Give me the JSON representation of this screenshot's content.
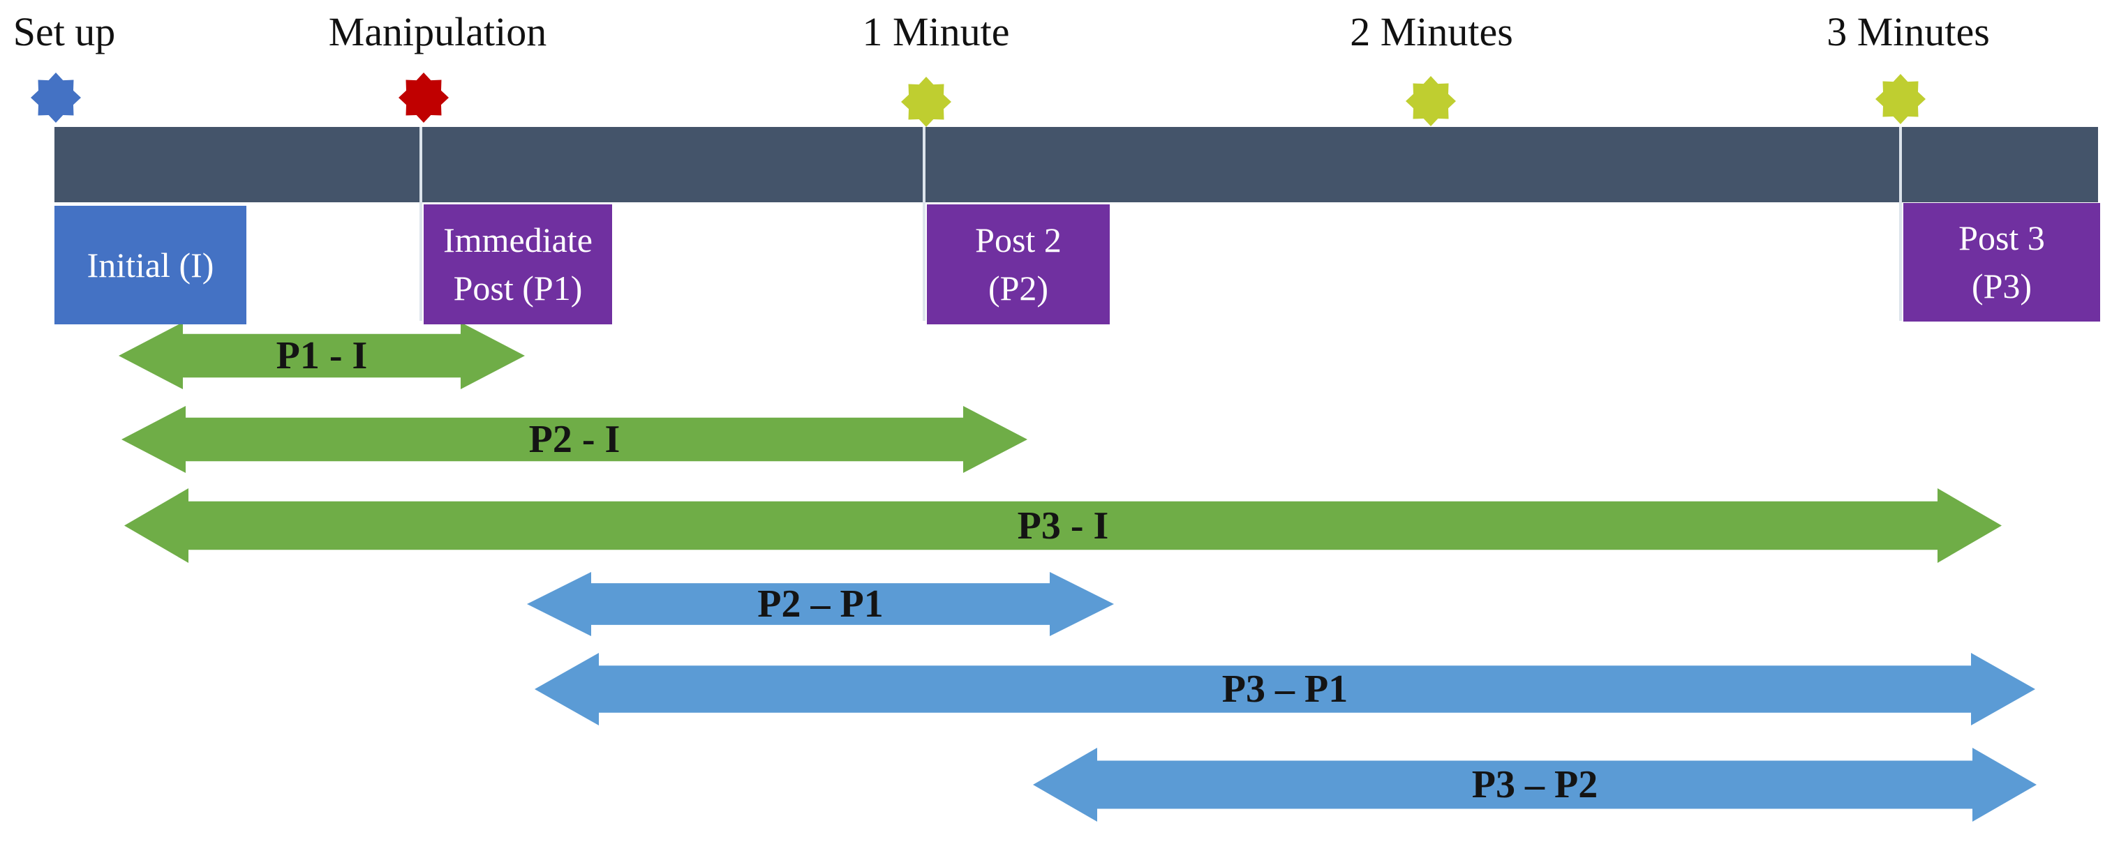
{
  "timeline": {
    "bar_color": "#44546A",
    "tick_color": "#dde4ec",
    "markers": {
      "setup": {
        "label": "Set up",
        "burst_color": "#4472C4"
      },
      "manipulation": {
        "label": "Manipulation",
        "burst_color": "#C00000"
      },
      "min1": {
        "label": "1 Minute",
        "burst_color": "#BFCE30"
      },
      "min2": {
        "label": "2 Minutes",
        "burst_color": "#BFCE30"
      },
      "min3": {
        "label": "3 Minutes",
        "burst_color": "#BFCE30"
      }
    }
  },
  "measurements": {
    "initial": {
      "line1": "Initial (I)",
      "color": "#4472C4"
    },
    "p1": {
      "line1": "Immediate",
      "line2": "Post (P1)",
      "color": "#7030A0"
    },
    "p2": {
      "line1": "Post 2",
      "line2": "(P2)",
      "color": "#7030A0"
    },
    "p3": {
      "line1": "Post 3",
      "line2": "(P3)",
      "color": "#7030A0"
    }
  },
  "comparisons": {
    "p1_i": {
      "label": "P1 - I",
      "color": "#6FAD47"
    },
    "p2_i": {
      "label": "P2 - I",
      "color": "#6FAD47"
    },
    "p3_i": {
      "label": "P3 - I",
      "color": "#6FAD47"
    },
    "p2_p1": {
      "label": "P2 – P1",
      "color": "#5B9BD5"
    },
    "p3_p1": {
      "label": "P3 – P1",
      "color": "#5B9BD5"
    },
    "p3_p2": {
      "label": "P3 – P2",
      "color": "#5B9BD5"
    }
  }
}
